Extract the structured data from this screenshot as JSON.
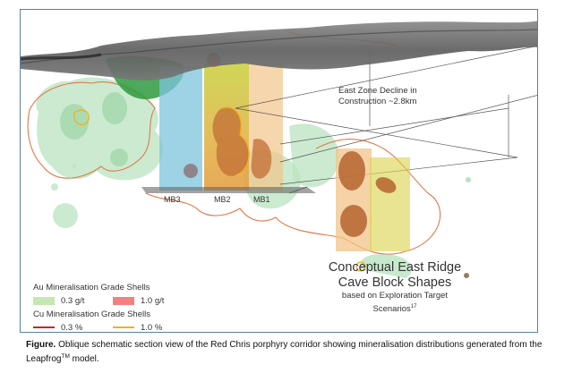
{
  "figure": {
    "annotations": {
      "decline_line1": "East Zone Decline in",
      "decline_line2": "Construction ~2.8km",
      "blocks": [
        "MB3",
        "MB2",
        "MB1"
      ],
      "east_ridge_title1": "Conceptual East Ridge",
      "east_ridge_title2": "Cave Block Shapes",
      "east_ridge_sub1": "based on Exploration Target",
      "east_ridge_sub2": "Scenarios",
      "east_ridge_sup": "17"
    },
    "legend": {
      "au_title": "Au Mineralisation Grade Shells",
      "au_items": [
        {
          "label": "0.3 g/t",
          "color": "#c6e6b3"
        },
        {
          "label": "1.0 g/t",
          "color": "#f58080"
        }
      ],
      "cu_title": "Cu Mineralisation Grade Shells",
      "cu_items": [
        {
          "label": "0.3 %",
          "color": "#c0282d"
        },
        {
          "label": "1.0 %",
          "color": "#f2b01e"
        }
      ]
    },
    "colors": {
      "frame_border": "#5b7fa6",
      "terrain": "#6b6b6b",
      "au_shell": "#b9e3c0",
      "cu_outline": "#e07a4a",
      "block_blue": "#7ec3dc",
      "block_yellow": "#d9d24a",
      "block_orange": "#f2c48a",
      "core_brown": "#b5642e"
    }
  },
  "caption": {
    "lead": "Figure.",
    "text": " Oblique schematic section view of the Red Chris porphyry corridor showing mineralisation distributions generated from the Leapfrog",
    "tm": "TM",
    "tail": " model."
  }
}
